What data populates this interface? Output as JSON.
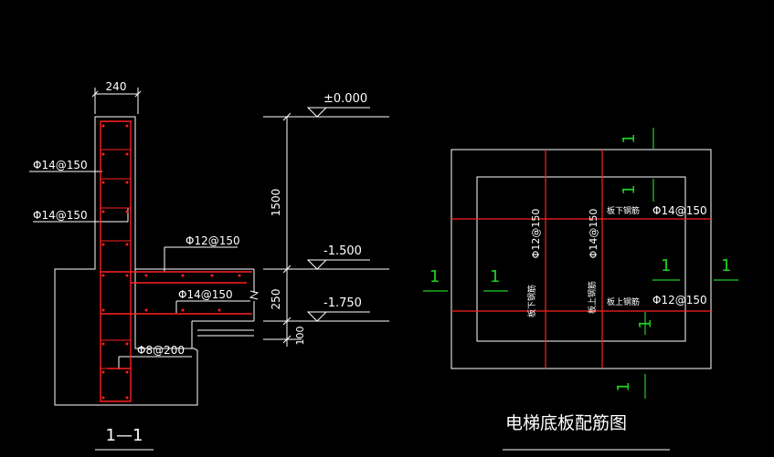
{
  "colors": {
    "background": "#000000",
    "outline": "#ffffff",
    "rebar": "#ff2020",
    "section_mark": "#20d020",
    "text": "#ffffff"
  },
  "section_detail": {
    "title": "1—1",
    "wall_width": "240",
    "rebar_labels": {
      "wall_outer": "Φ14@150",
      "wall_inner": "Φ14@150",
      "slab_top": "Φ12@150",
      "slab_bottom": "Φ14@150",
      "stirrup": "Φ8@200"
    },
    "elevations": {
      "top": "±0.000",
      "slab_top": "-1.500",
      "slab_bottom": "-1.750"
    },
    "dimensions": {
      "wall_height": "1500",
      "slab_thickness": "250",
      "cushion": "100"
    }
  },
  "plan": {
    "title": "电梯底板配筋图",
    "labels": {
      "v_bottom": "板下钢筋",
      "v_top": "板上钢筋",
      "h_bottom": "板下钢筋",
      "h_top": "板上钢筋",
      "rebar_left": "Φ12@150",
      "rebar_mid": "Φ14@150",
      "rebar_right_top": "Φ14@150",
      "rebar_right_bottom": "Φ12@150"
    },
    "section_marks": {
      "left_outer": "1",
      "left_inner": "1",
      "right_outer": "1",
      "right_inner": "1",
      "top_outer": "1",
      "top_inner": "1",
      "bottom_outer": "1",
      "bottom_inner": "1"
    }
  }
}
